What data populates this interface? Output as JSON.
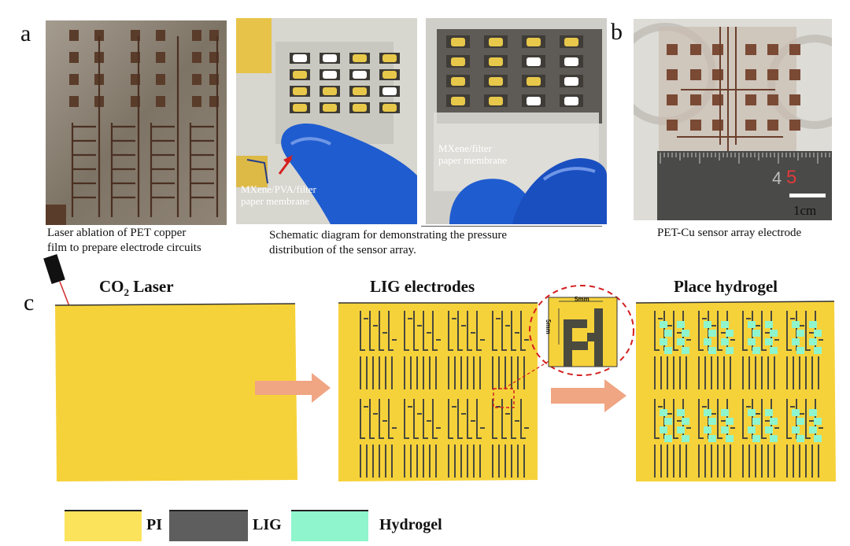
{
  "panels": {
    "a": "a",
    "b": "b",
    "c": "c"
  },
  "captions": {
    "laser_ablation_line1": "Laser ablation of PET copper",
    "laser_ablation_line2": "film to prepare electrode circuits",
    "schematic_line1": "Schematic diagram for demonstrating the pressure",
    "schematic_line2": "distribution of the sensor array.",
    "pet_cu": "PET-Cu sensor array electrode"
  },
  "photo_labels": {
    "mxene_pva_line1": "MXene/PVA/filter",
    "mxene_pva_line2": "paper membrane",
    "mxene_filter_line1": "MXene/filter",
    "mxene_filter_line2": "paper membrane",
    "ruler_numbers": [
      "4",
      "5"
    ],
    "scale_bar": "1cm"
  },
  "steps": {
    "laser_prefix": "CO",
    "laser_sub": "2",
    "laser_suffix": " Laser",
    "lig": "LIG electrodes",
    "hydrogel": "Place hydrogel"
  },
  "inset": {
    "width_label": "5mm",
    "height_label": "5mm"
  },
  "legend": [
    {
      "label": "PI",
      "color": "#fce35c"
    },
    {
      "label": "LIG",
      "color": "#5e5e5e"
    },
    {
      "label": "Hydrogel",
      "color": "#8ff5cd"
    }
  ],
  "colors": {
    "pi": "#f6d23a",
    "lig_line": "#4a4a3e",
    "hydrogel": "#8ff5cd",
    "arrow": "#f0a583",
    "inset_ring": "#d41f1f",
    "glove": "#1f5ccf",
    "copper": "#6b4e3c"
  }
}
